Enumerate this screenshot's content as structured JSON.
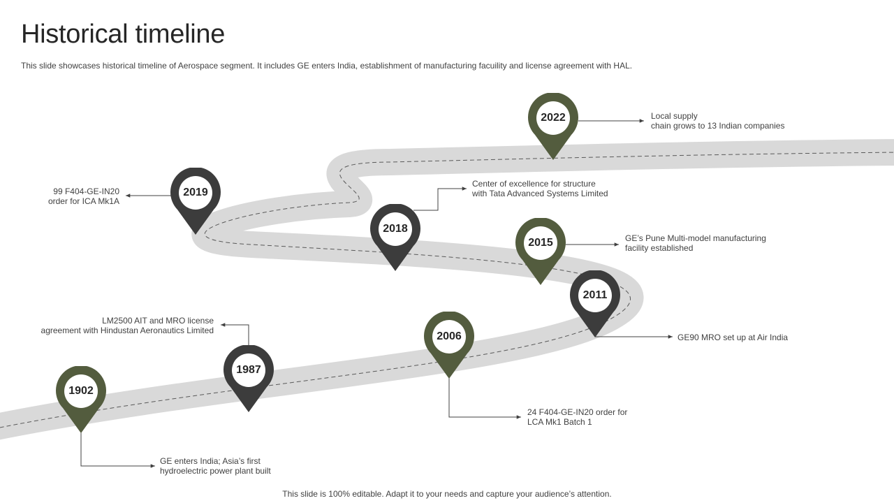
{
  "title": "Historical timeline",
  "subtitle": "This slide showcases historical timeline of Aerospace segment. It includes GE enters India, establishment of manufacturing facuility and license agreement with HAL.",
  "footer": "This slide is 100% editable. Adapt it to your needs and capture your audience’s attention.",
  "colors": {
    "olive": "#535c3e",
    "dark": "#3c3c3c",
    "road": "#d9d9d9",
    "line": "#404040"
  },
  "milestones": [
    {
      "year": "1902",
      "color": "olive",
      "lines": [
        "GE enters India; Asia’s first",
        "hydroelectric power plant built"
      ]
    },
    {
      "year": "1987",
      "color": "dark",
      "lines": [
        "LM2500 AIT and MRO license",
        "agreement with Hindustan Aeronautics Limited"
      ]
    },
    {
      "year": "2006",
      "color": "olive",
      "lines": [
        "24 F404-GE-IN20 order for",
        "LCA Mk1 Batch 1"
      ]
    },
    {
      "year": "2011",
      "color": "dark",
      "lines": [
        "GE90 MRO set up at Air India"
      ]
    },
    {
      "year": "2015",
      "color": "olive",
      "lines": [
        "GE’s Pune Multi-model manufacturing",
        "facility established"
      ]
    },
    {
      "year": "2018",
      "color": "dark",
      "lines": [
        "Center of excellence for structure",
        "with Tata Advanced Systems Limited"
      ]
    },
    {
      "year": "2019",
      "color": "dark",
      "lines": [
        "99 F404-GE-IN20",
        "order for ICA Mk1A"
      ]
    },
    {
      "year": "2022",
      "color": "olive",
      "lines": [
        "Local supply",
        "chain grows to 13 Indian companies"
      ]
    }
  ]
}
